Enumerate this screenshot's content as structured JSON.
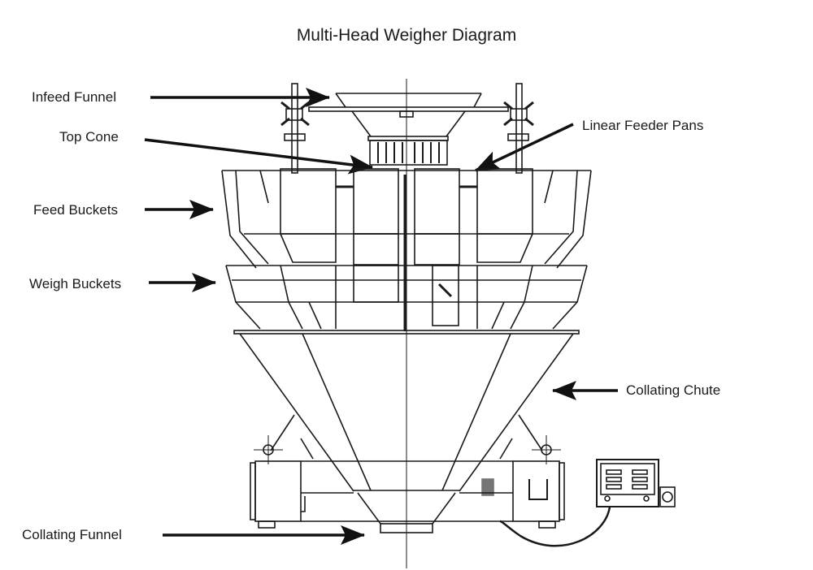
{
  "diagram": {
    "title": "Multi-Head Weigher Diagram",
    "subject": "multi-head weigher machine (line drawing)",
    "labels": [
      {
        "id": "infeed-funnel",
        "text": "Infeed Funnel",
        "side": "left",
        "points_to": "infeed funnel at top center"
      },
      {
        "id": "top-cone",
        "text": "Top Cone",
        "side": "left",
        "points_to": "top cone below infeed funnel"
      },
      {
        "id": "linear-feeder-pans",
        "text": "Linear Feeder Pans",
        "side": "right",
        "points_to": "linear feeder pans around top cone"
      },
      {
        "id": "feed-buckets",
        "text": "Feed Buckets",
        "side": "left",
        "points_to": "upper ring of buckets"
      },
      {
        "id": "weigh-buckets",
        "text": "Weigh Buckets",
        "side": "left",
        "points_to": "lower ring of buckets"
      },
      {
        "id": "collating-chute",
        "text": "Collating Chute",
        "side": "right",
        "points_to": "large conical chute"
      },
      {
        "id": "collating-funnel",
        "text": "Collating Funnel",
        "side": "left",
        "points_to": "discharge funnel at bottom"
      }
    ],
    "colors": {
      "line": "#1a1a1a",
      "background": "#ffffff"
    }
  }
}
